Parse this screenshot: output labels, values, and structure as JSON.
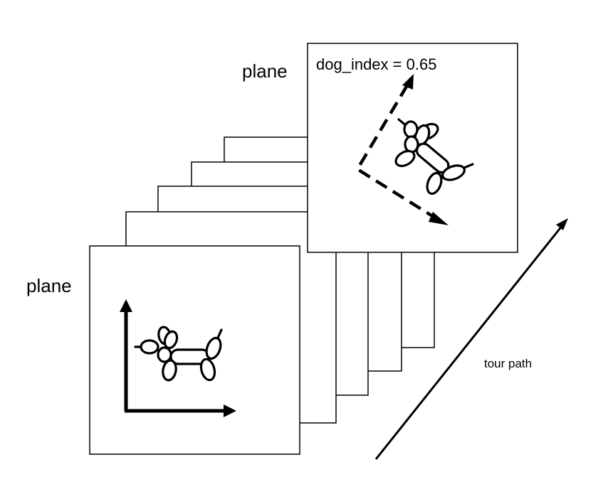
{
  "diagram": {
    "back_plane_label": "plane",
    "front_plane_label": "plane",
    "index_label": "dog_index = 0.65",
    "tour_path_label": "tour path"
  },
  "stack": {
    "middle_frame_count": 4,
    "line_color": "#000000",
    "background": "#ffffff"
  },
  "icons": [
    "balloon-dog-icon",
    "balloon-dog-rotated-icon",
    "axes-arrow-icon",
    "dashed-axes-arrow-icon",
    "tour-path-arrow-icon"
  ]
}
